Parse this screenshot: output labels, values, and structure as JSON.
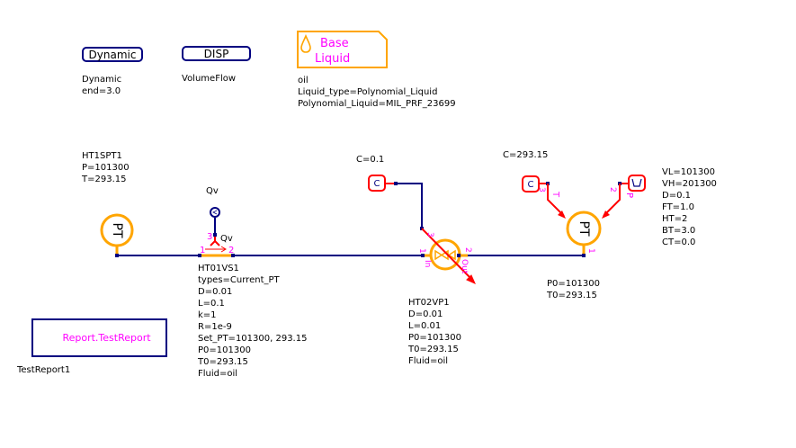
{
  "colors": {
    "wire": "#000080",
    "component": "#ffa500",
    "signal": "#ff0000",
    "pin_label": "#ff00ff",
    "text": "#000000"
  },
  "controllers": {
    "dynamic": {
      "title": "Dynamic",
      "lines": [
        "Dynamic",
        "end=3.0"
      ]
    },
    "disp": {
      "title": "DISP",
      "lines": [
        "VolumeFlow"
      ]
    }
  },
  "base_liquid": {
    "icon": "droplet-icon",
    "title_line1": "Base",
    "title_line2": "Liquid",
    "lines": [
      "oil",
      "Liquid_type=Polynomial_Liquid",
      "Polynomial_Liquid=MIL_PRF_23699"
    ]
  },
  "source_pt": {
    "symbol": "PT",
    "lines": [
      "HT1SPT1",
      "P=101300",
      "T=293.15"
    ]
  },
  "flow_sensor": {
    "probe_label": "Qv",
    "pin3_label": "Qv",
    "pin1": "1",
    "pin2": "2",
    "pin3": "3",
    "lines": [
      "HT01VS1",
      "types=Current_PT",
      "D=0.01",
      "L=0.1",
      "k=1",
      "R=1e-9",
      "Set_PT=101300, 293.15",
      "P0=101300",
      "T0=293.15",
      "Fluid=oil"
    ]
  },
  "valve": {
    "const_symbol": "C",
    "const_label": "C=0.1",
    "pin1": "1",
    "pin1_name": "In",
    "pin2": "2",
    "pin2_name": "Out",
    "pin3": "3",
    "lines": [
      "HT02VP1",
      "D=0.01",
      "L=0.01",
      "P0=101300",
      "T0=293.15",
      "Fluid=oil"
    ]
  },
  "sink_pt": {
    "symbol": "PT",
    "const_symbol": "C",
    "const_label": "C=293.15",
    "pin1": "1",
    "pin2": "2",
    "pin3": "3",
    "pin_T": "T",
    "pin_P": "P",
    "source_lines": [
      "VL=101300",
      "VH=201300",
      "D=0.1",
      "FT=1.0",
      "HT=2",
      "BT=3.0",
      "CT=0.0"
    ],
    "lines": [
      "P0=101300",
      "T0=293.15"
    ]
  },
  "report": {
    "title": "Report.TestReport",
    "name": "TestReport1"
  }
}
